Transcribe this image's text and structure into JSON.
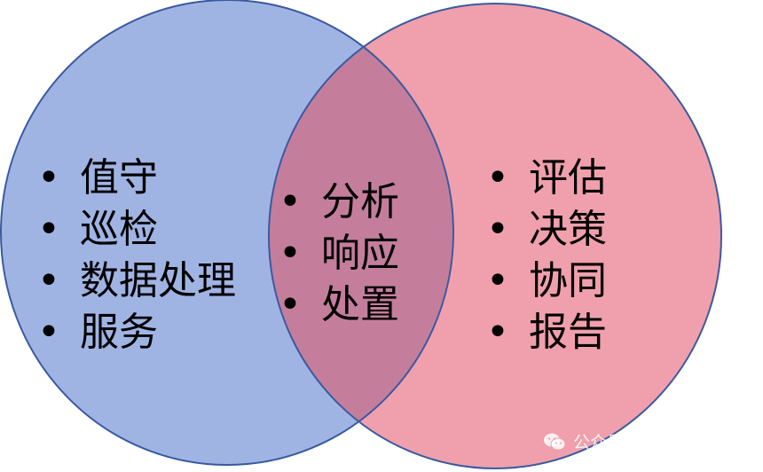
{
  "diagram": {
    "colors": {
      "left_fill": "#a0b4e4",
      "right_fill": "#f0a0ac",
      "overlap_fill": "#c47e9c",
      "stroke": "#3a5aa0"
    },
    "left": {
      "items": [
        "值守",
        "巡检",
        "数据处理",
        "服务"
      ]
    },
    "center": {
      "items": [
        "分析",
        "响应",
        "处置"
      ]
    },
    "right": {
      "items": [
        "评估",
        "决策",
        "协同",
        "报告"
      ]
    },
    "bullet": "•"
  },
  "watermark": {
    "text": "公众号 · · · · 安卫士",
    "icon": "wechat-icon"
  }
}
